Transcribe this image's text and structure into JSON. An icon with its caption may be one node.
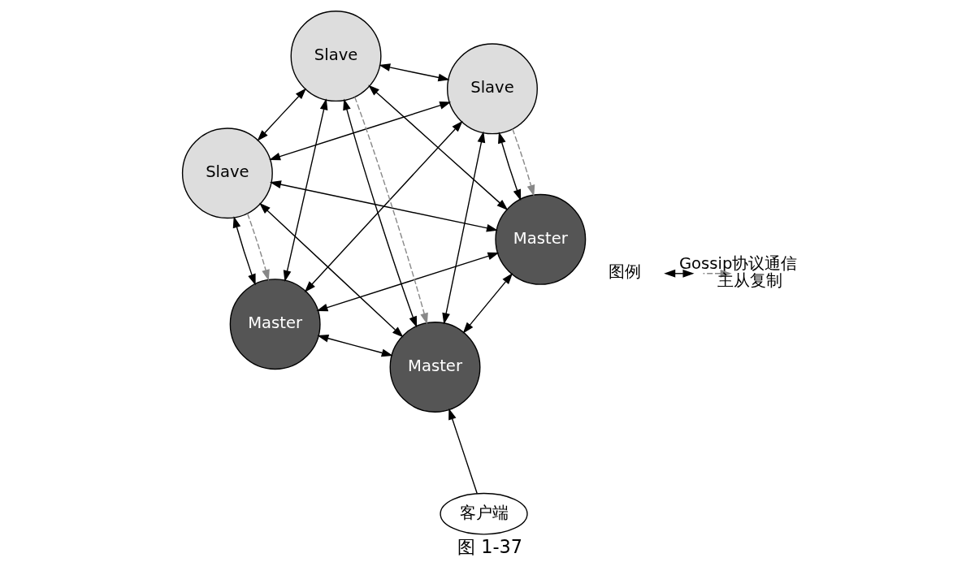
{
  "diagram": {
    "caption": "图 1-37",
    "nodes": [
      {
        "text": [
          "Master"
        ]
      },
      {
        "text": [
          "Slave"
        ]
      },
      {
        "text": [
          "Master"
        ]
      },
      {
        "text": [
          "Slave"
        ]
      },
      {
        "text": [
          "客户端"
        ]
      },
      {
        "text": [
          "Master"
        ]
      },
      {
        "text": [
          "Slave"
        ]
      }
    ],
    "edges": [
      {
        "from": 0,
        "to": 1,
        "arrow": "both"
      },
      {
        "from": 1,
        "to": 0,
        "arrow": "to",
        "style": "dashed",
        "color": "#888888"
      },
      {
        "from": 0,
        "to": 2,
        "arrow": "both"
      },
      {
        "from": 0,
        "to": 5,
        "arrow": "both"
      },
      {
        "from": 0,
        "to": 3,
        "arrow": "both"
      },
      {
        "from": 0,
        "to": 6,
        "arrow": "both"
      },
      {
        "from": 1,
        "to": 2,
        "arrow": "both"
      },
      {
        "from": 1,
        "to": 3,
        "arrow": "both"
      },
      {
        "from": 1,
        "to": 6,
        "arrow": "both"
      },
      {
        "from": 1,
        "to": 5,
        "arrow": "both"
      },
      {
        "from": 2,
        "to": 3,
        "arrow": "both"
      },
      {
        "from": 3,
        "to": 2,
        "arrow": "to",
        "style": "dashed",
        "color": "#888888"
      },
      {
        "from": 4,
        "to": 2,
        "arrow": "to"
      },
      {
        "from": 2,
        "to": 5,
        "arrow": "both"
      },
      {
        "from": 2,
        "to": 6,
        "arrow": "both"
      },
      {
        "from": 5,
        "to": 3,
        "arrow": "both"
      },
      {
        "from": 3,
        "to": 6,
        "arrow": "both"
      },
      {
        "from": 5,
        "to": 6,
        "arrow": "both"
      },
      {
        "from": 6,
        "to": 5,
        "arrow": "to",
        "style": "dashed",
        "color": "#888888"
      }
    ],
    "labels": [
      "图例"
    ],
    "legend": [
      {
        "text": "Gossip协议通信"
      },
      {
        "text": "主从复制"
      }
    ]
  }
}
